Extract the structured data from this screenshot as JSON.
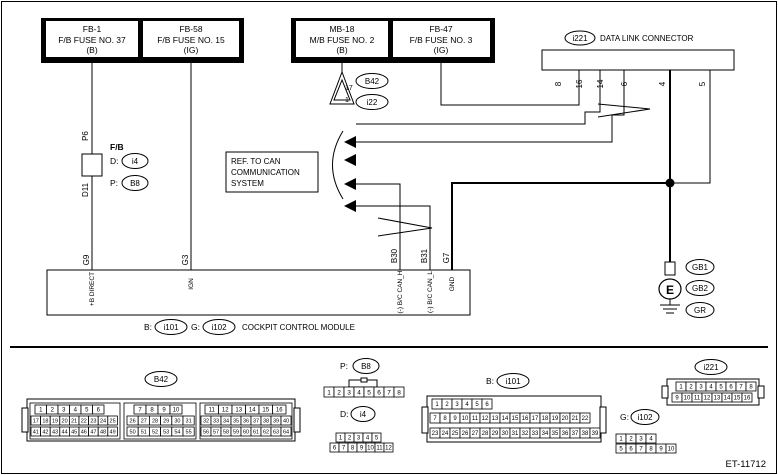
{
  "fuse_boxes": [
    {
      "id": "FB-1",
      "name": "F/B FUSE NO. 37",
      "circuit": "(B)"
    },
    {
      "id": "FB-58",
      "name": "F/B FUSE NO. 15",
      "circuit": "(IG)"
    },
    {
      "id": "MB-18",
      "name": "M/B FUSE NO. 2",
      "circuit": "(B)"
    },
    {
      "id": "FB-47",
      "name": "F/B FUSE NO. 3",
      "circuit": "(IG)"
    }
  ],
  "dlc": {
    "tag": "i221",
    "name": "DATA LINK CONNECTOR",
    "pins": [
      "8",
      "16",
      "14",
      "6",
      "4",
      "5"
    ]
  },
  "fb_connector": {
    "title": "F/B",
    "pin_top": "P6",
    "pin_bottom": "D11",
    "d_label": "D:",
    "d_conn": "i4",
    "p_label": "P:",
    "p_conn": "B8"
  },
  "mb_connectors": {
    "top": "B42",
    "bottom": "i22",
    "pin_top": "17",
    "pin_bottom": "1"
  },
  "can_ref": {
    "line1": "REF. TO CAN",
    "line2": "COMMUNICATION",
    "line3": "SYSTEM"
  },
  "module": {
    "name": "COCKPIT CONTROL MODULE",
    "b_label": "B:",
    "b_conn": "i101",
    "g_label": "G:",
    "g_conn": "i102",
    "pins": [
      "G9",
      "G3",
      "B30",
      "B31",
      "G7"
    ],
    "terminals": [
      "+B DIRECT",
      "IGN",
      "(-) B/C CAN_H",
      "(-) B/C CAN_L",
      "GND"
    ]
  },
  "ground": {
    "symbol": "E",
    "points": [
      "GB1",
      "GB2",
      "GR"
    ]
  },
  "connector_views": {
    "b42": {
      "label": "B42",
      "blk1": [
        [
          "1",
          "2",
          "3",
          "4",
          "5",
          "6"
        ],
        [
          "17",
          "18",
          "19",
          "20",
          "21",
          "22",
          "23",
          "24",
          "25"
        ],
        [
          "41",
          "42",
          "43",
          "44",
          "45",
          "46",
          "47",
          "48",
          "49"
        ]
      ],
      "blk2": [
        [
          "7",
          "8",
          "9",
          "10"
        ],
        [
          "26",
          "27",
          "28",
          "29",
          "30",
          "31"
        ],
        [
          "50",
          "51",
          "52",
          "53",
          "54",
          "55"
        ]
      ],
      "blk3": [
        [
          "11",
          "12",
          "13",
          "14",
          "15",
          "16"
        ],
        [
          "32",
          "33",
          "34",
          "35",
          "36",
          "37",
          "38",
          "39",
          "40"
        ],
        [
          "56",
          "57",
          "58",
          "59",
          "60",
          "61",
          "62",
          "63",
          "64"
        ]
      ]
    },
    "b8": {
      "prefix": "P:",
      "label": "B8",
      "pins": [
        "1",
        "2",
        "3",
        "4",
        "5",
        "6",
        "7",
        "8"
      ]
    },
    "i4": {
      "prefix": "D:",
      "label": "i4",
      "row1": [
        "1",
        "2",
        "3",
        "4",
        "5"
      ],
      "row2": [
        "6",
        "7",
        "8",
        "9",
        "10",
        "11",
        "12"
      ]
    },
    "i101": {
      "prefix": "B:",
      "label": "i101",
      "row1": [
        "1",
        "2",
        "3",
        "4",
        "5",
        "6"
      ],
      "row2": [
        "7",
        "8",
        "9",
        "10",
        "11",
        "12",
        "13",
        "14",
        "15",
        "16",
        "17",
        "18",
        "19",
        "20",
        "21",
        "22"
      ],
      "row3": [
        "23",
        "24",
        "25",
        "26",
        "27",
        "28",
        "29",
        "30",
        "31",
        "32",
        "33",
        "34",
        "35",
        "36",
        "37",
        "38",
        "39"
      ]
    },
    "i221": {
      "label": "i221",
      "row1": [
        "1",
        "2",
        "3",
        "4",
        "5",
        "6",
        "7",
        "8"
      ],
      "row2": [
        "9",
        "10",
        "11",
        "12",
        "13",
        "14",
        "15",
        "16"
      ]
    },
    "i102": {
      "prefix": "G:",
      "label": "i102",
      "row1": [
        "1",
        "2",
        "3",
        "4"
      ],
      "row2": [
        "5",
        "6",
        "7",
        "8",
        "9",
        "10"
      ]
    }
  },
  "diagram_code": "ET-11712"
}
